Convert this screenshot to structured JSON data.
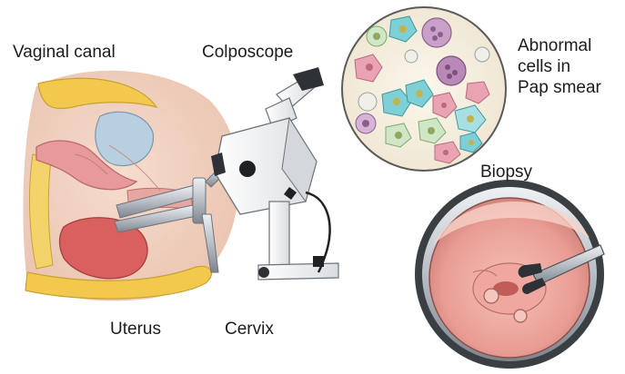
{
  "labels": {
    "vaginal_canal": "Vaginal canal",
    "colposcope": "Colposcope",
    "abnormal_cells": [
      "Abnormal",
      "cells in",
      "Pap smear"
    ],
    "biopsy": "Biopsy",
    "uterus": "Uterus",
    "cervix": "Cervix"
  },
  "colors": {
    "tissue_yellow": "#f2c94c",
    "tissue_pink": "#e89a9a",
    "cervix_pink": "#f1b3ab",
    "cell_teal": "#7fd0d6",
    "cell_purple": "#b98ab8",
    "instrument_gray": "#b7bcc2"
  }
}
